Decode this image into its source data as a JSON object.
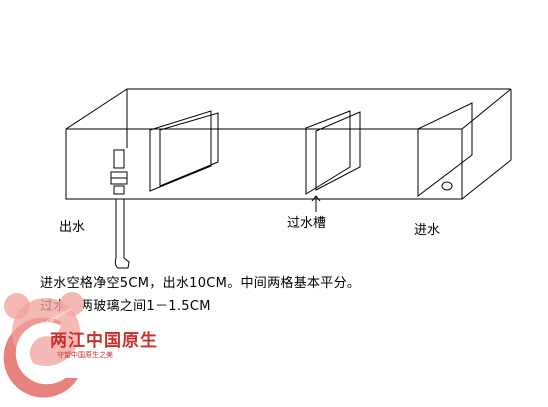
{
  "labels": {
    "outlet": "出水",
    "middle_trough": "过水槽",
    "inlet": "进水"
  },
  "notes": {
    "line1": "进水空格净空5CM，出水10CM。中间两格基本平分。",
    "line2": "过水槽两玻璃之间1－1.5CM"
  },
  "logo": {
    "title": "两江中国原生",
    "subtitle": "守望中国原生之美",
    "url": "www.cgn2o.com",
    "color": "#c9302c"
  },
  "colors": {
    "line": "#000000",
    "background": "#ffffff"
  }
}
